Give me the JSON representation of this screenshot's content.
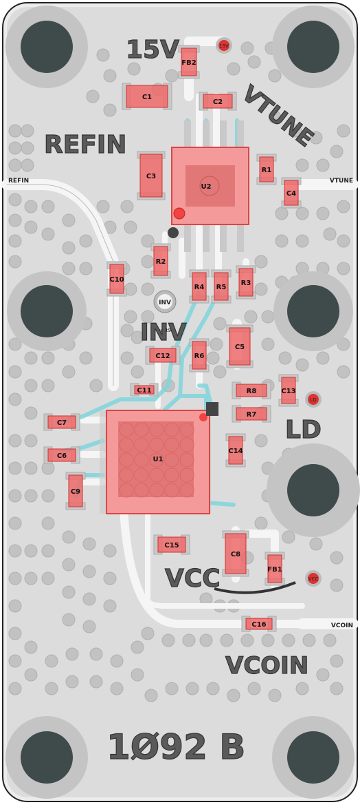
{
  "silkscreen": {
    "label_15v": "15V",
    "label_vtune": "VTUNE",
    "label_refin": "REFIN",
    "label_inv": "INV",
    "label_ld": "LD",
    "label_vcc": "VCC",
    "label_vcoin": "VCOIN",
    "board_id": "1Ø92 B"
  },
  "edge_labels": {
    "refin": "REFIN",
    "vtune": "VTUNE",
    "vcoin": "VCOIN"
  },
  "testpoints": {
    "tp_15v": "15V",
    "tp_ld": "LD",
    "tp_vcc": "VCC",
    "tp_inv": "INV",
    "inv_text": "text90"
  },
  "parts": {
    "fb2": "FB2",
    "c1": "C1",
    "c2": "C2",
    "c3": "C3",
    "u2": "U2",
    "r1": "R1",
    "c4": "C4",
    "r2": "R2",
    "c10": "C10",
    "r4": "R4",
    "r5": "R5",
    "r3": "R3",
    "c5": "C5",
    "c12": "C12",
    "r6": "R6",
    "c11": "C11",
    "r8": "R8",
    "c13": "C13",
    "r7": "R7",
    "c7": "C7",
    "c6": "C6",
    "u1": "U1",
    "c14": "C14",
    "c9": "C9",
    "c15": "C15",
    "c8": "C8",
    "fb1": "FB1",
    "c16": "C16"
  },
  "colors": {
    "board": "#dcdcdc",
    "trace": "#f4f4f4",
    "component": "#ee6666",
    "pad": "#c9c9c9",
    "mounting_hole": "#3f4b4b",
    "silkscreen": "#555555",
    "highlight_trace": "#7fd6dc"
  }
}
